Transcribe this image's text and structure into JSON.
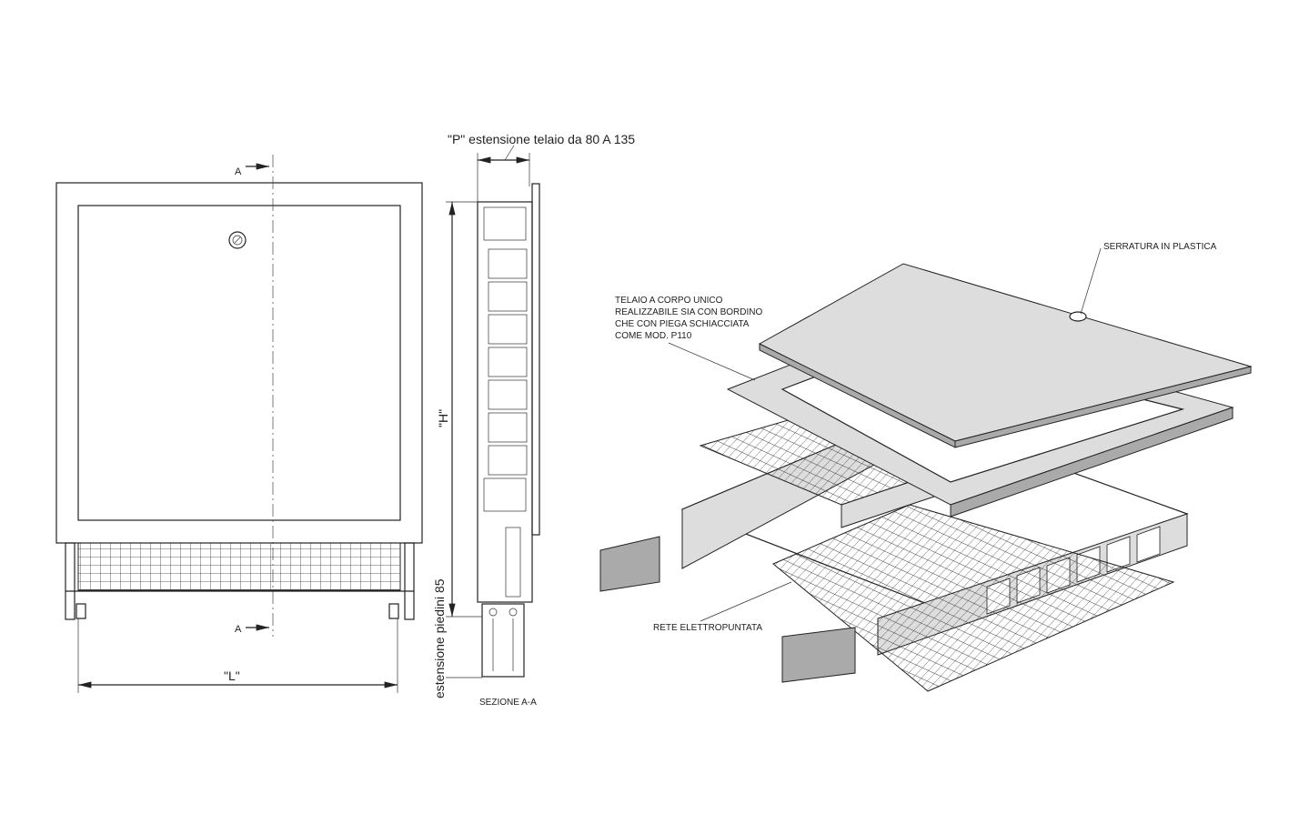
{
  "front_view": {
    "section_mark_top": "A",
    "section_mark_bottom": "A",
    "width_label": "\"L\""
  },
  "section_view": {
    "depth_label": "\"P\"  estensione telaio da 80 A 135",
    "height_label": "\"H\"",
    "feet_label": "estensione piedini 85",
    "title": "SEZIONE A-A"
  },
  "isometric_view": {
    "frame_note": [
      "TELAIO A CORPO UNICO",
      "REALIZZABILE SIA CON BORDINO",
      "CHE CON PIEGA SCHIACCIATA",
      "COME MOD. P110"
    ],
    "lock_note": "SERRATURA IN PLASTICA",
    "mesh_note": "RETE ELETTROPUNTATA"
  }
}
